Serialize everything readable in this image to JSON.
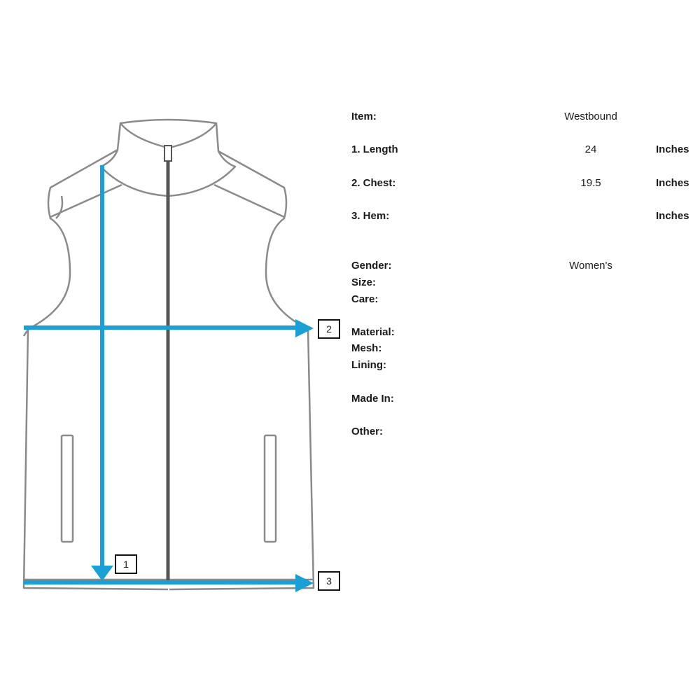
{
  "spec": {
    "item": {
      "label": "Item:",
      "value": "Westbound"
    },
    "measurements": [
      {
        "label": "1. Length",
        "value": "24",
        "unit": "Inches"
      },
      {
        "label": "2. Chest:",
        "value": "19.5",
        "unit": "Inches"
      },
      {
        "label": "3. Hem:",
        "value": "",
        "unit": "Inches"
      }
    ],
    "details": {
      "gender": {
        "label": "Gender:",
        "value": "Women's"
      },
      "size": {
        "label": "Size:"
      },
      "care": {
        "label": "Care:"
      },
      "material": {
        "label": "Material:"
      },
      "mesh": {
        "label": "Mesh:"
      },
      "lining": {
        "label": "Lining:"
      },
      "made_in": {
        "label": "Made In:"
      },
      "other": {
        "label": "Other:"
      }
    }
  },
  "diagram": {
    "arrow_color": "#1a9fd6",
    "line_color": "#8a8a8a",
    "zipper_color": "#555555",
    "callouts": [
      "1",
      "2",
      "3"
    ]
  }
}
